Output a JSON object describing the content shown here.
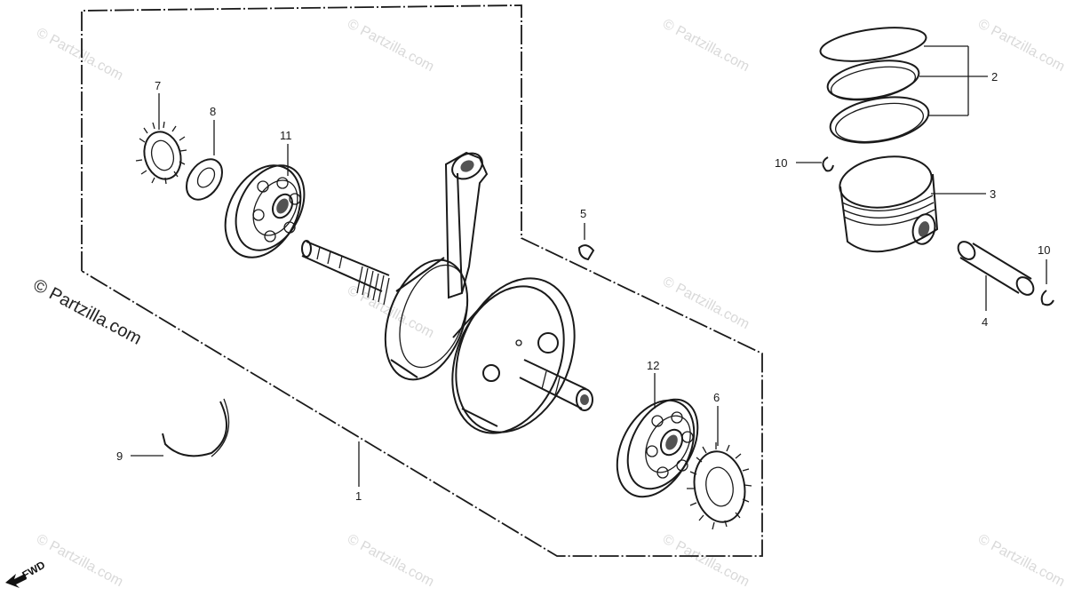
{
  "watermarks": [
    "© Partzilla.com",
    "© Partzilla.com",
    "© Partzilla.com",
    "© Partzilla.com",
    "© Partzilla.com",
    "© Partzilla.com",
    "© Partzilla.com",
    "© Partzilla.com",
    "© Partzilla.com",
    "© Partzilla.com"
  ],
  "credit": "© Partzilla.com",
  "fwd_label": "FWD",
  "callouts": {
    "c1": "1",
    "c2": "2",
    "c3": "3",
    "c4": "4",
    "c5": "5",
    "c6": "6",
    "c7": "7",
    "c8": "8",
    "c9": "9",
    "c10a": "10",
    "c10b": "10",
    "c11": "11",
    "c12": "12"
  }
}
